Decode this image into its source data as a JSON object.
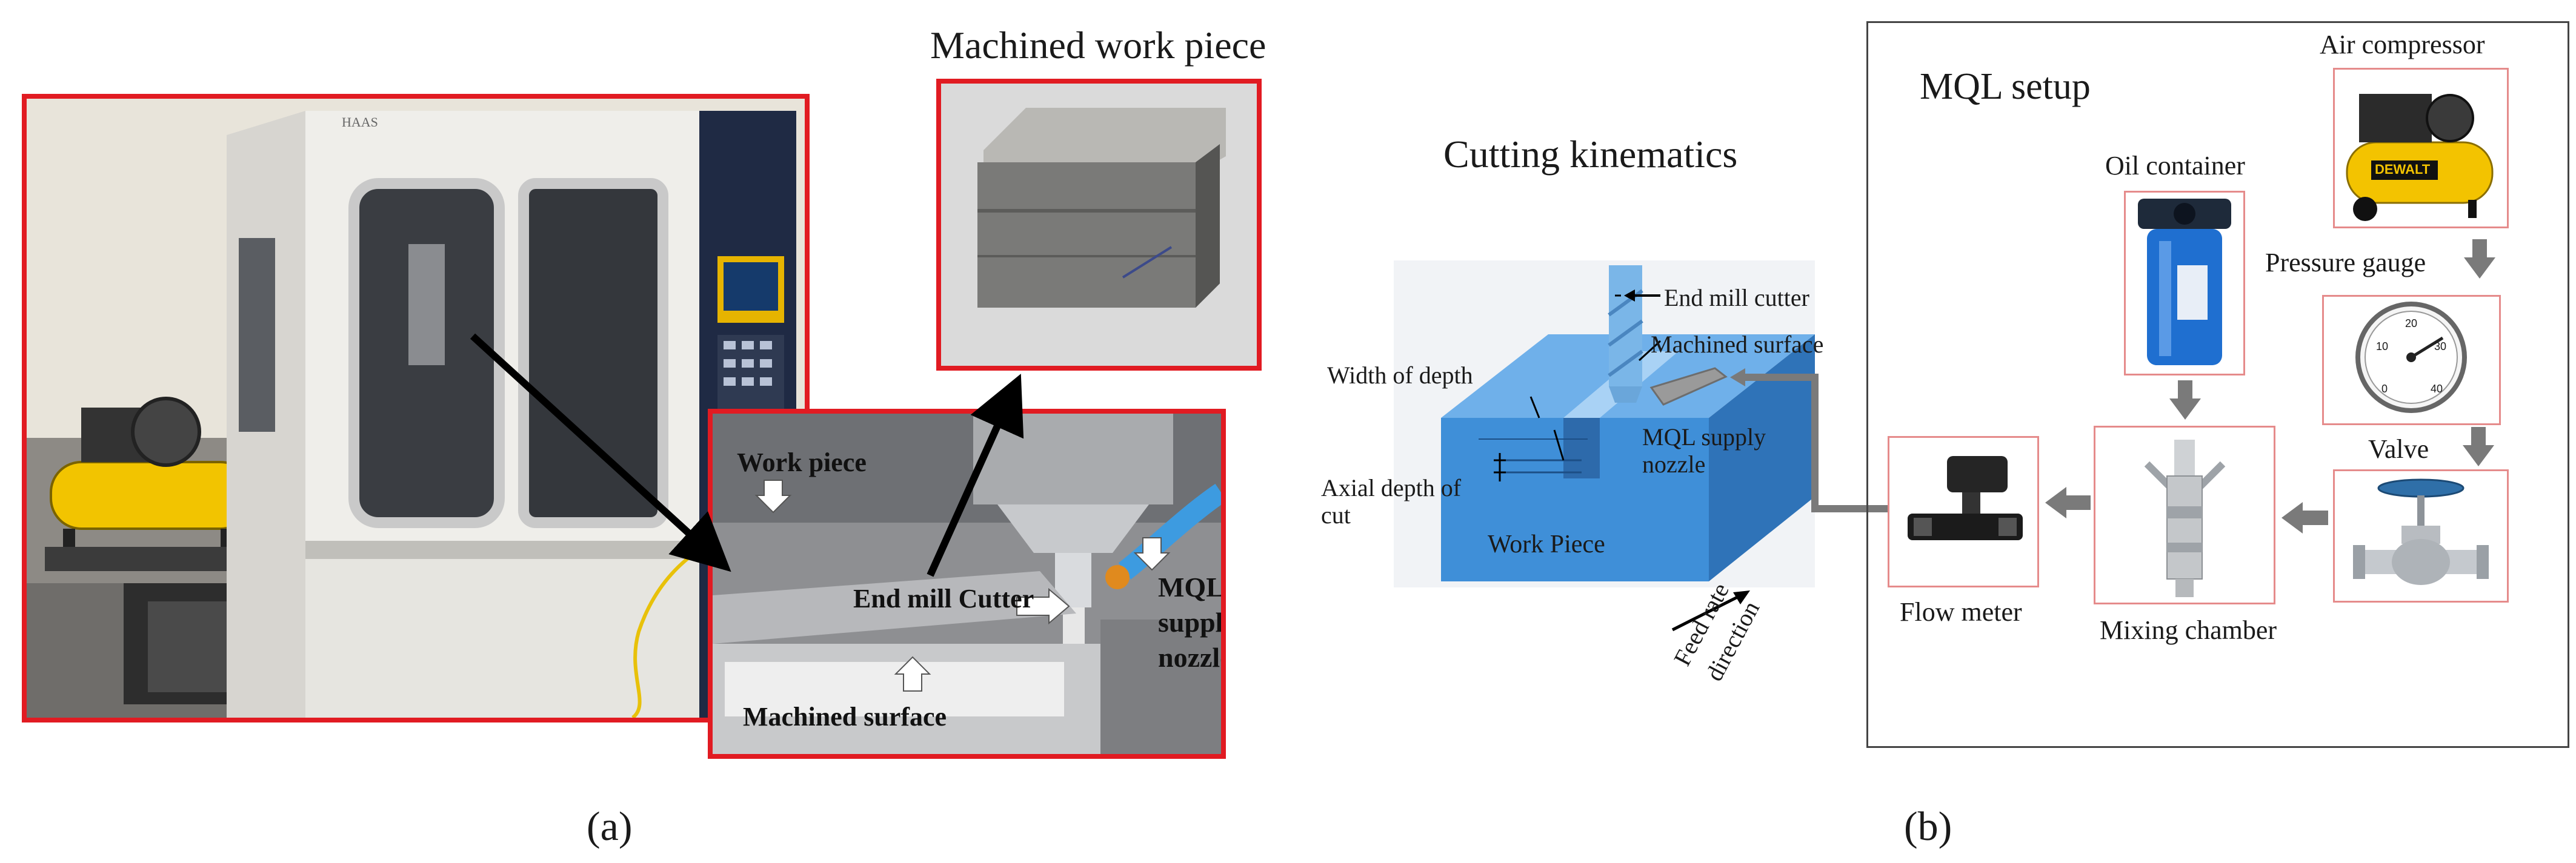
{
  "panel_a": {
    "caption": "(a)",
    "workpiece_title": "Machined work piece",
    "inset_labels": {
      "work_piece": "Work piece",
      "end_mill": "End mill Cutter",
      "mql": "MQL",
      "supply": "supply",
      "nozzle": "nozzle",
      "machined_surface": "Machined surface"
    },
    "machine_brand_text": "HAAS"
  },
  "panel_b": {
    "caption": "(b)",
    "kinematics_title": "Cutting kinematics",
    "mql_title": "MQL setup",
    "kinematics_labels": {
      "end_mill_cutter": "End mill cutter",
      "machined_surface": "Machined surface",
      "width_of_depth": "Width of depth",
      "mql_supply": "MQL supply",
      "nozzle": "nozzle",
      "axial_depth": "Axial depth of",
      "cut": "cut",
      "work_piece": "Work Piece",
      "feed_rate": "Feed rate",
      "direction": "direction"
    },
    "components": {
      "air_compressor": "Air compressor",
      "oil_container": "Oil container",
      "pressure_gauge": "Pressure gauge",
      "valve": "Valve",
      "mixing_chamber": "Mixing chamber",
      "flow_meter": "Flow meter"
    },
    "compressor_brand": "DEWALT",
    "gauge_scale": [
      "0",
      "10",
      "20",
      "30",
      "40"
    ]
  },
  "colors": {
    "photo_border": "#e11b22",
    "component_border": "#e58b8b",
    "flow_arrow": "#7a7a7a",
    "block_blue": "#3f8fd8"
  }
}
